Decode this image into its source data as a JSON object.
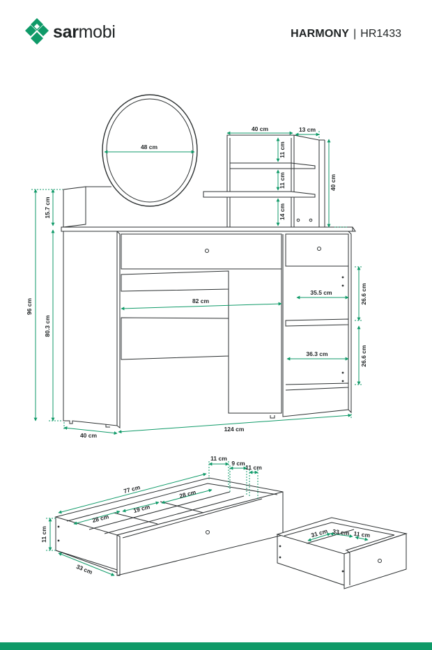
{
  "brand": {
    "name_bold": "sar",
    "name_regular": "mobi",
    "logo_icon": "sarmobi-diamond-logo-icon",
    "color": "#0f9a68"
  },
  "product": {
    "name": "HARMONY",
    "separator": "|",
    "code": "HR1433"
  },
  "dimensions": {
    "mirror_diameter": "48 cm",
    "shelf_width": "40 cm",
    "shelf_depth": "13 cm",
    "shelf_height": "40 cm",
    "shelf_gap_top": "11 cm",
    "shelf_gap_middle": "11 cm",
    "shelf_gap_bottom": "14 cm",
    "back_panel_height": "15.7 cm",
    "total_height": "96 cm",
    "desk_height": "80.3 cm",
    "inner_width": "82 cm",
    "compartment_width_upper": "35.5 cm",
    "compartment_height_upper": "26.6 cm",
    "compartment_width_lower": "36.3 cm",
    "compartment_height_lower": "26.6 cm",
    "desk_width": "124 cm",
    "desk_depth": "40 cm",
    "large_drawer_length": "77 cm",
    "large_drawer_tray_a": "28 cm",
    "large_drawer_tray_b": "28 cm",
    "large_drawer_tray_c": "19 cm",
    "large_drawer_depth": "33 cm",
    "large_drawer_height": "11 cm",
    "large_drawer_gap_a": "11 cm",
    "large_drawer_gap_b": "9 cm",
    "large_drawer_gap_c": "11 cm",
    "small_drawer_width": "31 cm",
    "small_drawer_depth": "33 cm",
    "small_drawer_height": "11 cm"
  },
  "colors": {
    "line": "#2b2f30",
    "dimension": "#0f9a68",
    "footer": "#0f9a68"
  }
}
